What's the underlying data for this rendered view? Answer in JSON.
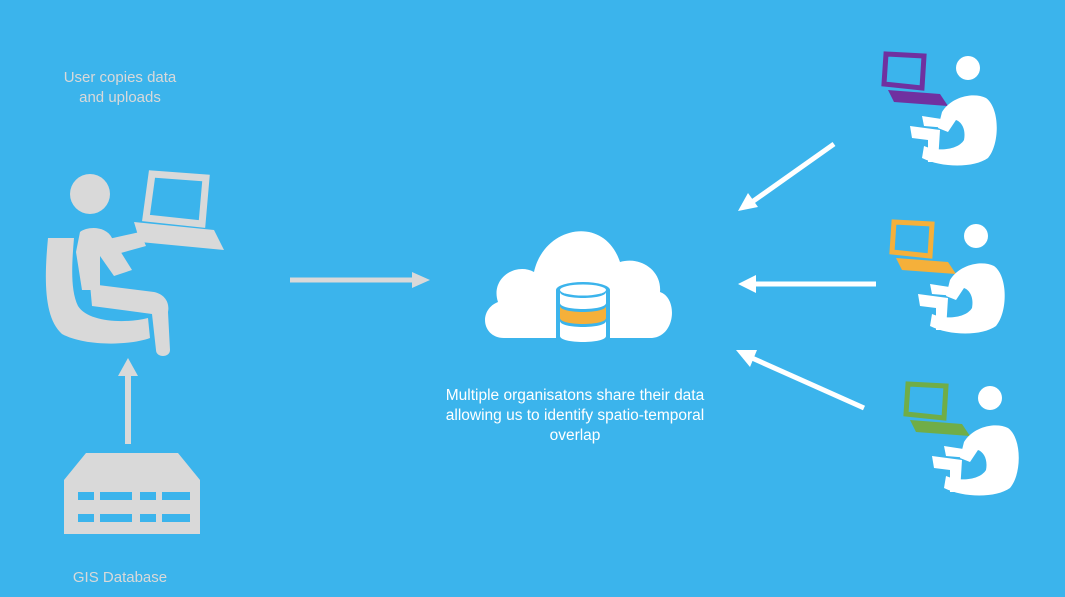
{
  "labels": {
    "user_upload": "User copies data and uploads",
    "gis_database": "GIS Database",
    "cloud_caption": "Multiple organisatons share their data allowing us to identify spatio-temporal overlap"
  },
  "icons": {
    "left_user": "user-at-laptop-icon",
    "database": "server-icon",
    "cloud": "cloud-database-icon",
    "org_users": [
      "user-at-laptop-icon",
      "user-at-laptop-icon",
      "user-at-laptop-icon"
    ]
  },
  "colors": {
    "background": "#3bb4ec",
    "left_user": "#d9d9d9",
    "org_laptop_1": "#7030a0",
    "org_laptop_2": "#f5b03a",
    "org_laptop_3": "#70ad47",
    "db_band": "#f5b03a"
  }
}
